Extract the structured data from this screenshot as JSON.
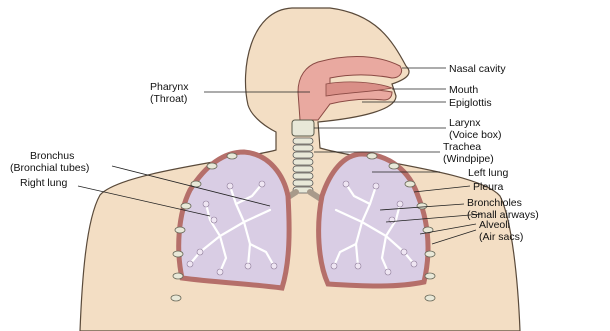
{
  "labels": {
    "nasal_cavity": "Nasal cavity",
    "pharynx": "Pharynx",
    "pharynx_sub": "(Throat)",
    "mouth": "Mouth",
    "epiglottis": "Epiglottis",
    "larynx": "Larynx",
    "larynx_sub": "(Voice box)",
    "trachea": "Trachea",
    "trachea_sub": "(Windpipe)",
    "bronchus": "Bronchus",
    "bronchus_sub": "(Bronchial tubes)",
    "left_lung": "Left lung",
    "right_lung": "Right lung",
    "pleura": "Pleura",
    "bronchioles": "Bronchioles",
    "bronchioles_sub": "(Small airways)",
    "alveoli": "Alveoli",
    "alveoli_sub": "(Air sacs)"
  },
  "colors": {
    "skin": "#f3dec4",
    "skin_outline": "#5a4a3a",
    "airway_pink": "#e9a9a0",
    "lung_fill": "#d9cde4",
    "pleura_pink": "#e7b7b0",
    "cartilage": "#e8e8d8",
    "leader_line": "#222222"
  }
}
